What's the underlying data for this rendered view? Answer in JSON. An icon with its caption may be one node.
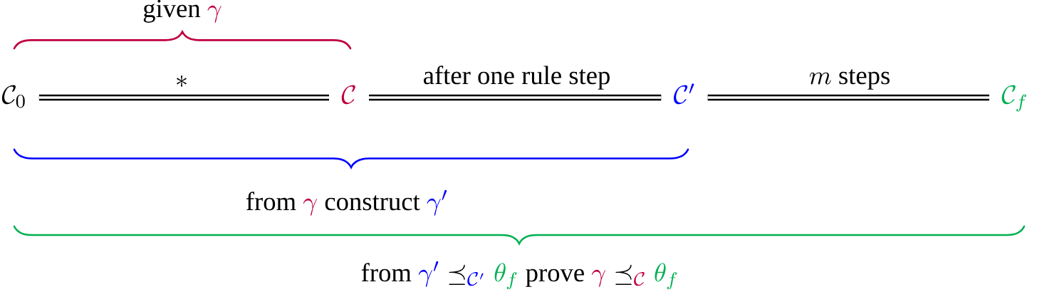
{
  "diagram": {
    "nodes": [
      {
        "text": [
          "\\mathcal{C}_0"
        ]
      },
      {
        "text": [
          "\\mathcal{C}"
        ]
      },
      {
        "text": [
          "\\mathcal{C}'"
        ]
      },
      {
        "text": [
          "\\mathcal{C}_f"
        ]
      }
    ],
    "edges": [
      {
        "from": 0,
        "to": 1,
        "arrow": "none",
        "label": "*"
      },
      {
        "from": 1,
        "to": 2,
        "arrow": "none",
        "label": "after one rule step"
      },
      {
        "from": 2,
        "to": 3,
        "arrow": "none",
        "label": "m\\text{ steps}"
      }
    ],
    "labels": [
      "\\text{given } \\textcolor[HTML]{C0003F}{\\gamma}",
      "\\text{from } \\textcolor[HTML]{C0003F}{\\gamma} \\text{ construct } \\textcolor[HTML]{0000FF}{\\gamma'}",
      "\\text{from } \\textcolor[HTML]{0000FF}{\\gamma'} \\preceq_{\\textcolor[HTML]{0000FF}{\\mathcal{C}'}} \\textcolor[HTML]{00B050}{\\theta_f} \\text{ prove } \\textcolor[HTML]{C0003F}{\\gamma} \\preceq_{\\textcolor[HTML]{C0003F}{\\mathcal{C}}} \\textcolor[HTML]{00B050}{\\theta_f}"
    ]
  }
}
